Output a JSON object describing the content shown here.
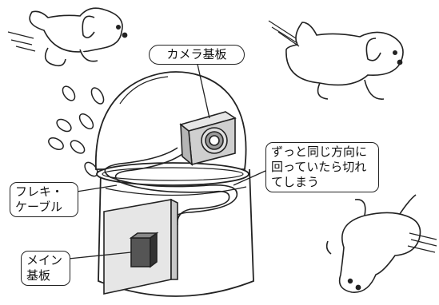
{
  "labels": {
    "camera_board": "カメラ基板",
    "flex_cable": [
      "フレキ・",
      "ケーブル"
    ],
    "main_board": [
      "メイン",
      "基板"
    ],
    "warning": [
      "ずっと同じ方向に",
      "回っていたら切れ",
      "てしまう"
    ]
  },
  "colors": {
    "ink": "#222222",
    "paper": "#ffffff",
    "camera_gray": "#cfcfcf",
    "chip_gray": "#555555",
    "board_gray": "#e6e6e6",
    "lens_gray": "#9a9a9a"
  },
  "icons": [
    "puppy-icon",
    "motion-lines-icon",
    "sweat-drops-icon"
  ]
}
